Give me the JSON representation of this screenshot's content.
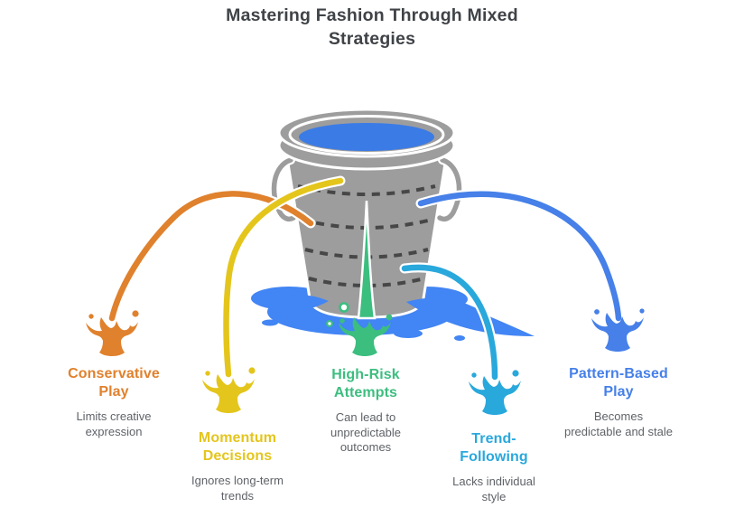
{
  "title": "Mastering Fashion Through Mixed\nStrategies",
  "colors": {
    "title_color": "#3F4347",
    "desc_color": "#5F6368",
    "bucket_gray": "#9D9D9D",
    "bucket_outline": "#FFFFFF",
    "dash_color": "#474747",
    "water_blue": "#3B7BE5",
    "puddle_blue": "#4285F4"
  },
  "icons": {
    "center": "bucket-icon",
    "per_strategy": "splash-icon"
  },
  "strategies": [
    {
      "id": "conservative-play",
      "label": "Conservative\nPlay",
      "description": "Limits creative\nexpression",
      "color": "#E0812D"
    },
    {
      "id": "momentum-decisions",
      "label": "Momentum\nDecisions",
      "description": "Ignores long-term\ntrends",
      "color": "#E4C51C"
    },
    {
      "id": "high-risk-attempts",
      "label": "High-Risk\nAttempts",
      "description": "Can lead to\nunpredictable\noutcomes",
      "color": "#3CBE7F"
    },
    {
      "id": "trend-following",
      "label": "Trend-\nFollowing",
      "description": "Lacks individual\nstyle",
      "color": "#29A8DC"
    },
    {
      "id": "pattern-based-play",
      "label": "Pattern-Based\nPlay",
      "description": "Becomes\npredictable and stale",
      "color": "#4680E8"
    }
  ]
}
